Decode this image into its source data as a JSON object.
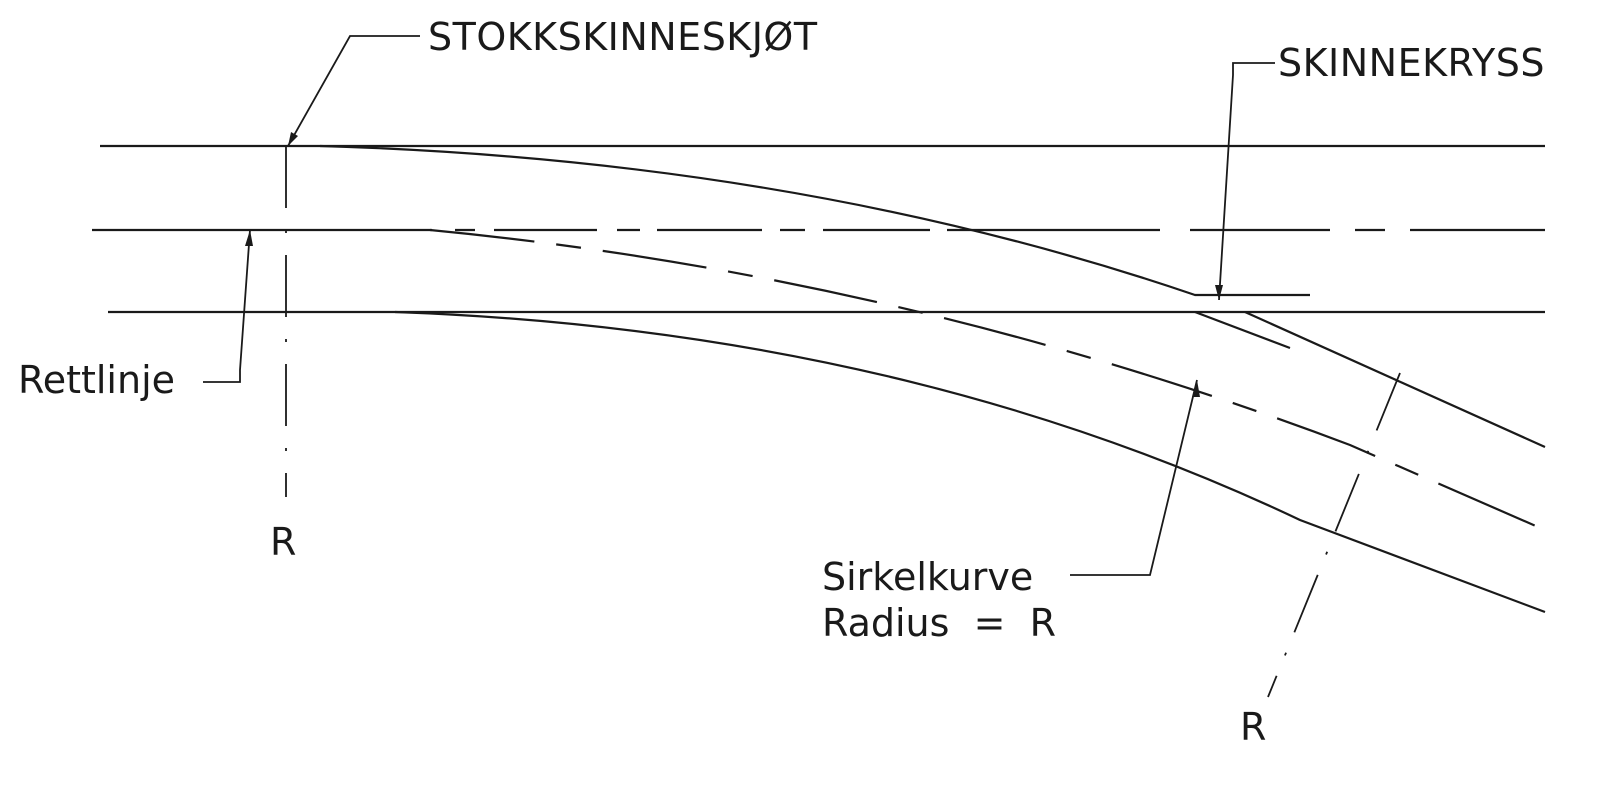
{
  "diagram": {
    "type": "railway turnout geometry (sporveksel)",
    "labels": {
      "stock_rail_joint": "STOKKSKINNESKJØT",
      "frog": "SKINNEKRYSS",
      "straight_line": "Rettlinje",
      "circular_curve_line1": "Sirkelkurve",
      "circular_curve_line2": "Radius  =  R",
      "radius_left": "R",
      "radius_right": "R"
    },
    "colors": {
      "background": "#ffffff",
      "ink": "#1a1a1a"
    },
    "elements": [
      {
        "id": "top-rail",
        "kind": "straight rail",
        "style": "solid"
      },
      {
        "id": "main-centerline",
        "kind": "track centerline",
        "style": "solid then dashed"
      },
      {
        "id": "bottom-rail",
        "kind": "straight rail",
        "style": "solid"
      },
      {
        "id": "diverging-outer-rail",
        "kind": "curved rail",
        "style": "solid"
      },
      {
        "id": "diverging-centerline",
        "kind": "curved centerline",
        "style": "dashed"
      },
      {
        "id": "diverging-inner-rail",
        "kind": "curved rail",
        "style": "solid"
      },
      {
        "id": "radius-line-left",
        "kind": "radius marker",
        "style": "dash-dot"
      },
      {
        "id": "radius-line-right",
        "kind": "radius marker",
        "style": "dash-dot"
      }
    ]
  }
}
